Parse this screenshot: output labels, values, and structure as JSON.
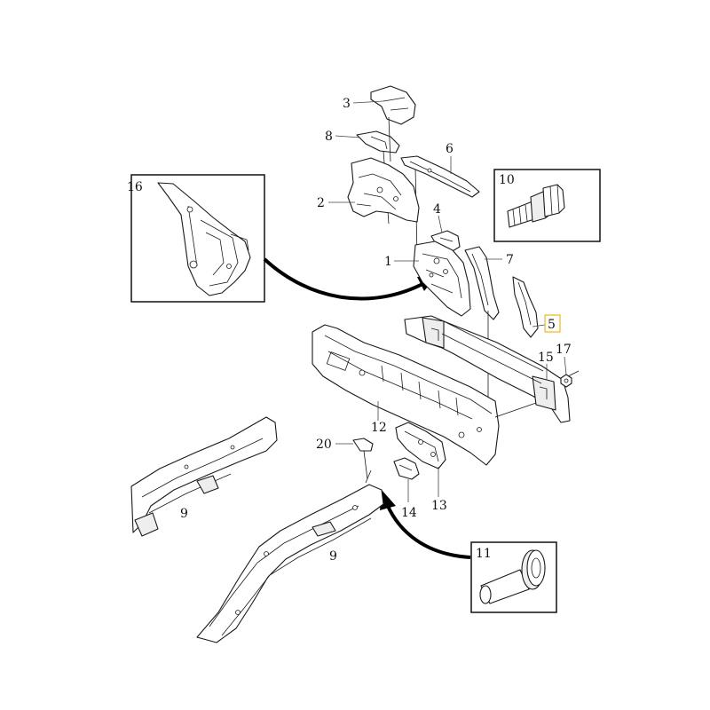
{
  "callouts": {
    "c1": "1",
    "c2": "2",
    "c3": "3",
    "c4": "4",
    "c5": "5",
    "c6": "6",
    "c7": "7",
    "c8": "8",
    "c9a": "9",
    "c9b": "9",
    "c10": "10",
    "c11": "11",
    "c12": "12",
    "c13": "13",
    "c14": "14",
    "c15": "15",
    "c16": "16",
    "c17": "17",
    "c20": "20"
  },
  "highlight_color": "#f2b61c"
}
